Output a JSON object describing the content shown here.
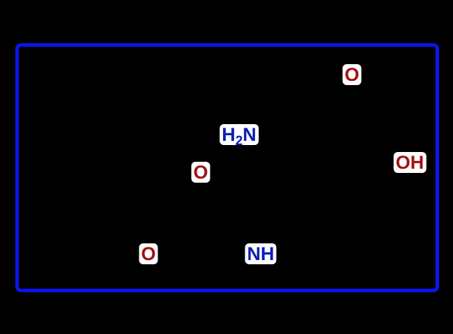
{
  "diagram": {
    "frame_color": "#0a14f0",
    "background_color": "#000000",
    "atoms": [
      {
        "id": "o-top",
        "text": "O",
        "color": "#a80f10"
      },
      {
        "id": "amine",
        "text_main": "H",
        "text_sub": "2",
        "text_tail": "N",
        "color": "#0b1ec4"
      },
      {
        "id": "o-mid",
        "text": "O",
        "color": "#a80f10"
      },
      {
        "id": "oh",
        "text": "OH",
        "color": "#a80f10"
      },
      {
        "id": "o-bottom",
        "text": "O",
        "color": "#a80f10"
      },
      {
        "id": "nh",
        "text": "NH",
        "color": "#0b1ec4"
      }
    ]
  }
}
